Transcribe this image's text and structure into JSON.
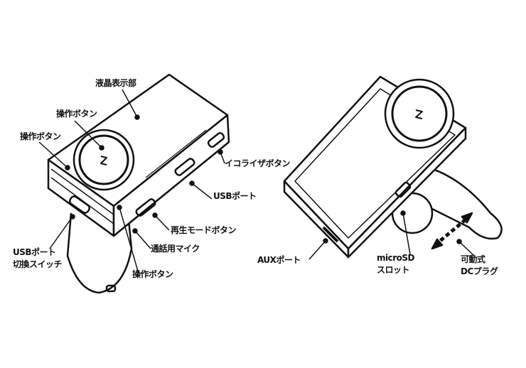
{
  "labels": {
    "lcd": "液晶表示部",
    "op_button_center": "操作ボタン",
    "op_button_left": "操作ボタン",
    "equalizer_button": "イコライザボタン",
    "usb_port": "USBポート",
    "play_mode_button": "再生モードボタン",
    "call_mic": "通話用マイク",
    "usb_switch_line1": "USBポート",
    "usb_switch_line2": "切換スイッチ",
    "op_button_bottom": "操作ボタン",
    "aux_port": "AUXポート",
    "microsd_line1": "microSD",
    "microsd_line2": "スロット",
    "dc_plug_line1": "可動式",
    "dc_plug_line2": "DCプラグ"
  }
}
